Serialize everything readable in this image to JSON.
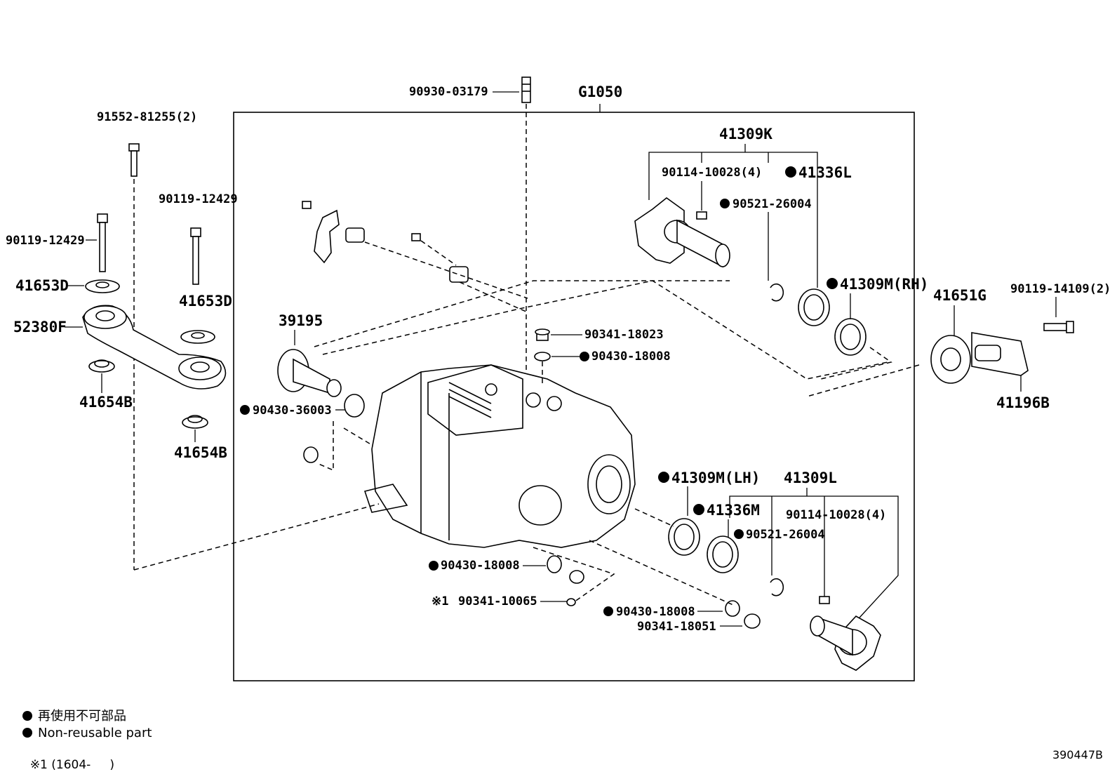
{
  "labels": {
    "g1050": "G1050",
    "p90930_03179": "90930-03179",
    "p91552_81255": "91552-81255(2)",
    "p90119_12429_a": "90119-12429",
    "p90119_12429_b": "90119-12429",
    "p41653d_a": "41653D",
    "p41653d_b": "41653D",
    "p52380f": "52380F",
    "p41654b_a": "41654B",
    "p41654b_b": "41654B",
    "p39195": "39195",
    "p90430_36003": "90430-36003",
    "p41309k": "41309K",
    "p90114_10028_a": "90114-10028(4)",
    "p41336l": "41336L",
    "p90521_26004_a": "90521-26004",
    "p41309m_rh": "41309M(RH)",
    "p90341_18023": "90341-18023",
    "p90430_18008_a": "90430-18008",
    "p41651g": "41651G",
    "p90119_14109": "90119-14109(2)",
    "p41196b": "41196B",
    "p41309m_lh": "41309M(LH)",
    "p41336m": "41336M",
    "p41309l": "41309L",
    "p90114_10028_b": "90114-10028(4)",
    "p90521_26004_b": "90521-26004",
    "p90430_18008_b": "90430-18008",
    "p90341_10065": "90341-10065",
    "p90430_18008_c": "90430-18008",
    "p90341_18051": "90341-18051",
    "note_mark": "※1"
  },
  "legend": {
    "jp": "再使用不可部品",
    "en": "Non-reusable part",
    "note": "※1 (1604-     )"
  },
  "diagram_code": "390447B"
}
